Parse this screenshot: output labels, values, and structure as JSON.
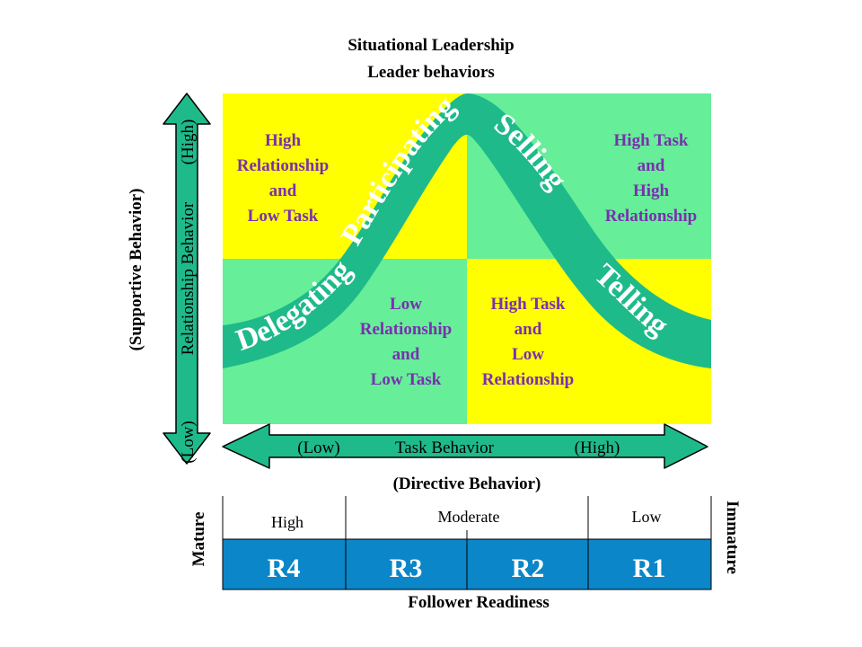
{
  "title": {
    "line1": "Situational Leadership",
    "line2": "Leader behaviors"
  },
  "quadrants": {
    "top_left": [
      "High",
      "Relationship",
      "and",
      "Low Task"
    ],
    "top_right": [
      "High Task",
      "and",
      "High",
      "Relationship"
    ],
    "bottom_left": [
      "Low",
      "Relationship",
      "and",
      "Low Task"
    ],
    "bottom_right": [
      "High Task",
      "and",
      "Low",
      "Relationship"
    ]
  },
  "styles": {
    "delegating": "Delegating",
    "participating": "Participating",
    "selling": "Selling",
    "telling": "Telling"
  },
  "y_axis": {
    "low": "(Low)",
    "label": "Relationship Behavior",
    "high": "(High)",
    "outer_label": "(Supportive Behavior)"
  },
  "x_axis": {
    "low": "(Low)",
    "label": "Task Behavior",
    "high": "(High)",
    "outer_label": "(Directive Behavior)"
  },
  "readiness": {
    "levels": [
      "High",
      "Moderate",
      "Low"
    ],
    "cells": [
      "R4",
      "R3",
      "R2",
      "R1"
    ],
    "left_label": "Mature",
    "right_label": "Immature",
    "footer": "Follower Readiness"
  },
  "colors": {
    "yellow": "#ffff00",
    "green": "#66ee99",
    "curve": "#1fba8a",
    "arrow": "#1fba8a",
    "readiness_bar": "#0b86c8",
    "label_purple": "#7a2fb0"
  }
}
